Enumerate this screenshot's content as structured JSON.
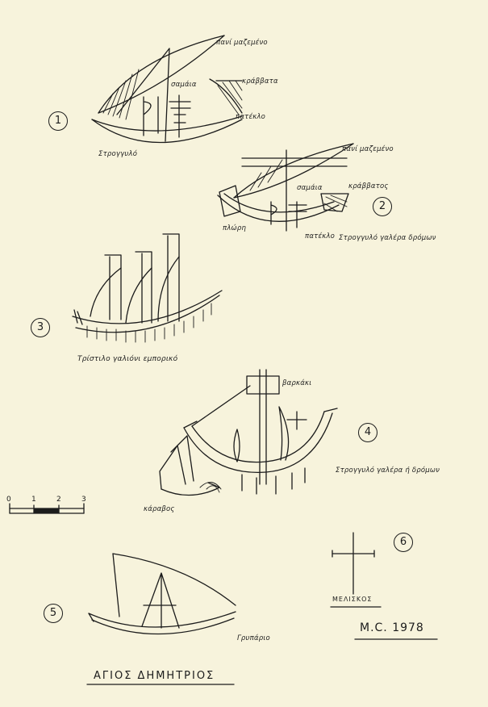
{
  "figure_numbers": [
    "1",
    "2",
    "3",
    "4",
    "5",
    "6"
  ],
  "ship1": {
    "label_top": "πανί μαζεμένο",
    "label_flags": "κράββατα",
    "label_deck": "σαμάια",
    "label_stern": "πατέκλο",
    "label_hull": "Στρογγυλό"
  },
  "ship2": {
    "label_top": "πανί μαζεμένο",
    "label_flags": "κράββατος",
    "label_deck": "σαμάια",
    "label_prow": "πλώρη",
    "label_stern": "πατέκλο",
    "label_hull": "Στρογγυλό γαλέρα δρόμων"
  },
  "ship3": {
    "caption": "Τρίστιλο γαλιόνι εμπορικό"
  },
  "ship4": {
    "label_top": "βαρκάκι",
    "caption": "Στρογγυλό γαλέρα ή δρόμων",
    "label_small": "κάραβος"
  },
  "ship5": {
    "label": "Γρυπάριο"
  },
  "scale": {
    "ticks": [
      "0",
      "1",
      "2",
      "3"
    ]
  },
  "cross": {
    "label": "ΜΕΛΙΣΚΟΣ"
  },
  "signature": "M.C. 1978",
  "title": "ΑΓΙΟΣ ΔΗΜΗΤΡΙΟΣ"
}
